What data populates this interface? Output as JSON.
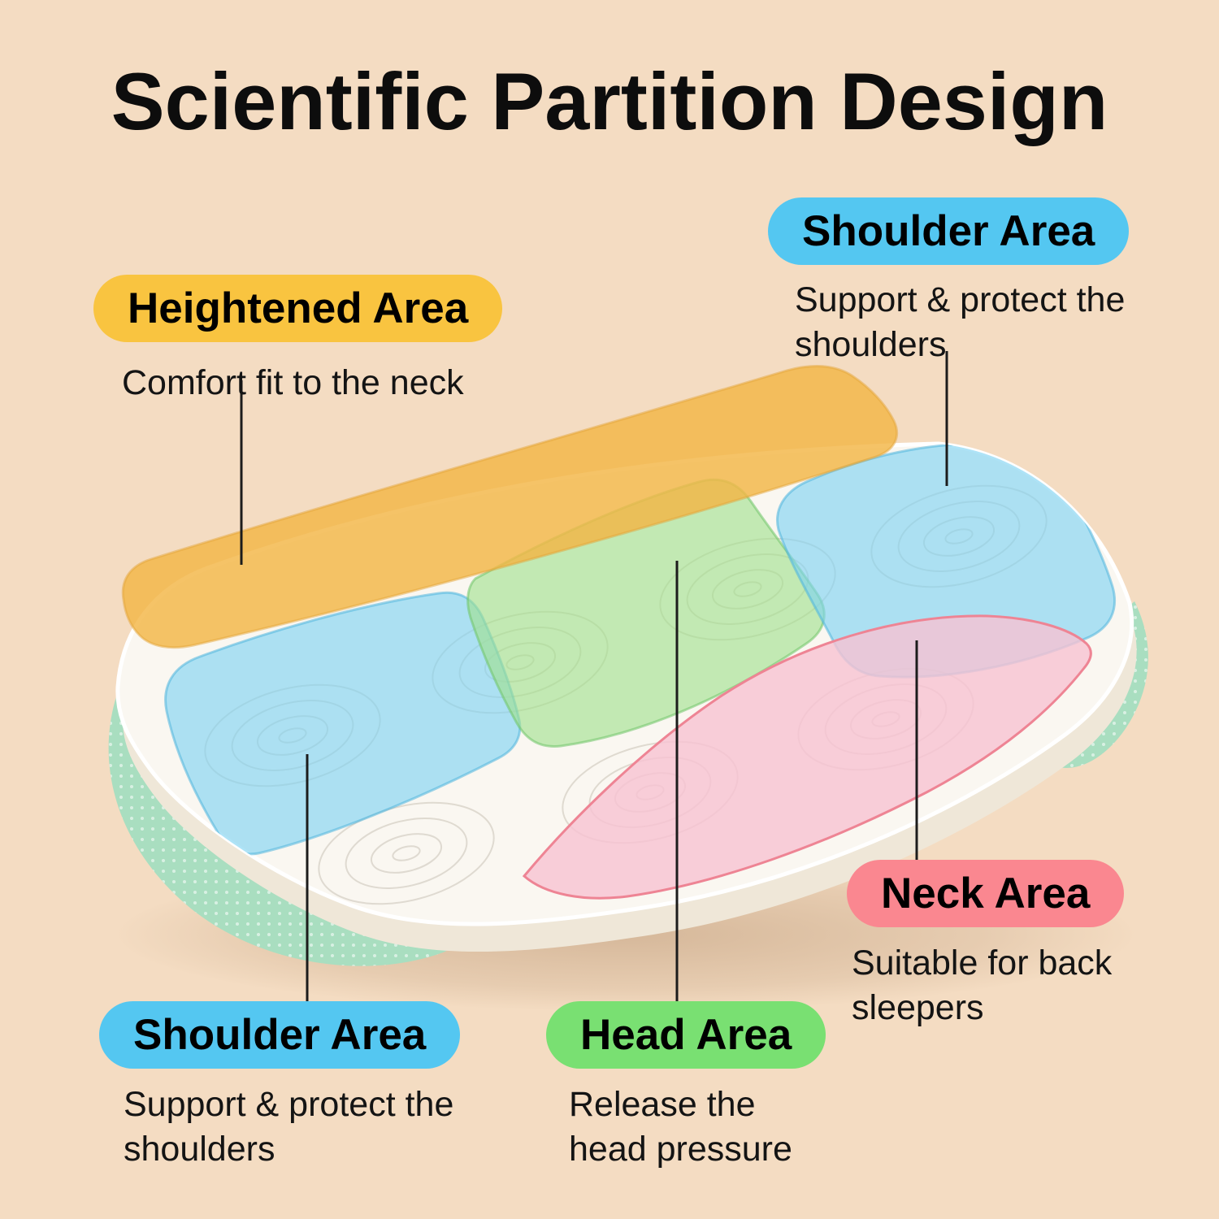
{
  "page": {
    "title": "Scientific Partition Design",
    "background": "#f4dcc2"
  },
  "callouts": {
    "heightened": {
      "label": "Heightened Area",
      "description": "Comfort fit to the neck",
      "color": "#f9c440"
    },
    "shoulder_top": {
      "label": "Shoulder Area",
      "description": "Support & protect the shoulders",
      "color": "#54c7f1"
    },
    "shoulder_bottom": {
      "label": "Shoulder Area",
      "description": "Support & protect the shoulders",
      "color": "#54c7f1"
    },
    "head": {
      "label": "Head Area",
      "description": "Release the head pressure",
      "color": "#79e072"
    },
    "neck": {
      "label": "Neck Area",
      "description": "Suitable for back sleepers",
      "color": "#fa8790"
    }
  },
  "pillow": {
    "body_color": "#faf7f1",
    "underside_color": "#efe7d8",
    "mesh_color": "#a9dec0",
    "zones": {
      "heightened": {
        "name": "Heightened Area",
        "color": "#f3b646"
      },
      "shoulder_left": {
        "name": "Shoulder Area",
        "color": "#7dd2f2"
      },
      "shoulder_right": {
        "name": "Shoulder Area",
        "color": "#7dd2f2"
      },
      "head": {
        "name": "Head Area",
        "color": "#9fe08c"
      },
      "neck": {
        "name": "Neck Area",
        "color": "#f8c2d2"
      }
    }
  }
}
